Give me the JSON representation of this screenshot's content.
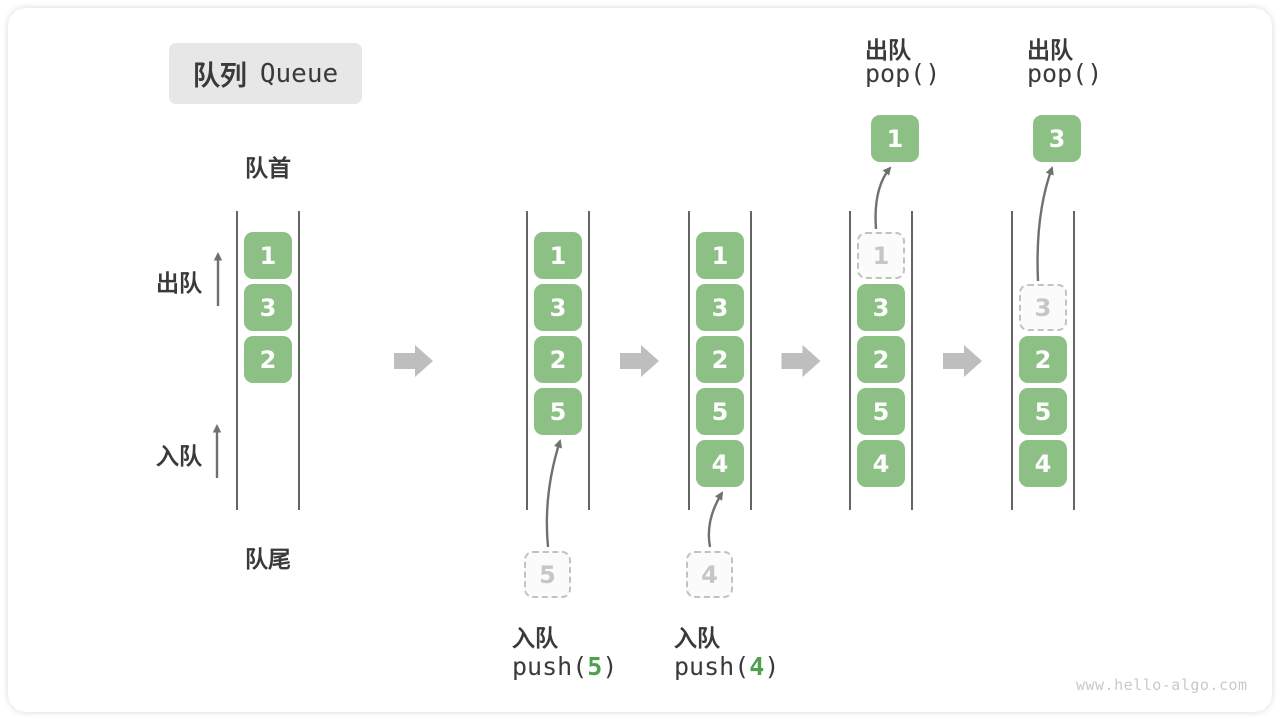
{
  "title": {
    "zh": "队列",
    "en": "Queue"
  },
  "front_label": "队首",
  "rear_label": "队尾",
  "side_labels": {
    "dequeue": "出队",
    "enqueue": "入队"
  },
  "watermark": "www.hello-algo.com",
  "colors": {
    "green": "#8CC084",
    "code_green": "#4E9F50",
    "block_arrow": "#BEBEBE",
    "thin_arrow": "#707070",
    "wall": "#3E3E3E",
    "text_dark": "#3A3A3A",
    "ghost_border": "#C2C2C2",
    "ghost_text": "#C6C6C6",
    "ghost_bg": "#FBFBFB",
    "title_bg": "#E7E7E7",
    "watermark_color": "#C9C9C9",
    "item_text": "#FFFFFF"
  },
  "states": [
    {
      "start_row": 0,
      "slots": [
        {
          "type": "item",
          "value": "1"
        },
        {
          "type": "item",
          "value": "3"
        },
        {
          "type": "item",
          "value": "2"
        }
      ]
    },
    {
      "start_row": 0,
      "slots": [
        {
          "type": "item",
          "value": "1"
        },
        {
          "type": "item",
          "value": "3"
        },
        {
          "type": "item",
          "value": "2"
        },
        {
          "type": "item",
          "value": "5"
        }
      ],
      "enqueue": {
        "label": "入队",
        "code_before": "push(",
        "arg": "5",
        "code_after": ")",
        "staged_value": "5"
      }
    },
    {
      "start_row": 0,
      "slots": [
        {
          "type": "item",
          "value": "1"
        },
        {
          "type": "item",
          "value": "3"
        },
        {
          "type": "item",
          "value": "2"
        },
        {
          "type": "item",
          "value": "5"
        },
        {
          "type": "item",
          "value": "4"
        }
      ],
      "enqueue": {
        "label": "入队",
        "code_before": "push(",
        "arg": "4",
        "code_after": ")",
        "staged_value": "4"
      }
    },
    {
      "start_row": 0,
      "slots": [
        {
          "type": "ghost",
          "value": "1"
        },
        {
          "type": "item",
          "value": "3"
        },
        {
          "type": "item",
          "value": "2"
        },
        {
          "type": "item",
          "value": "5"
        },
        {
          "type": "item",
          "value": "4"
        }
      ],
      "pop": {
        "label": "出队",
        "code": "pop()",
        "popped_value": "1"
      }
    },
    {
      "start_row": 1,
      "slots": [
        {
          "type": "ghost",
          "value": "3"
        },
        {
          "type": "item",
          "value": "2"
        },
        {
          "type": "item",
          "value": "5"
        },
        {
          "type": "item",
          "value": "4"
        }
      ],
      "pop": {
        "label": "出队",
        "code": "pop()",
        "popped_value": "3"
      }
    }
  ]
}
